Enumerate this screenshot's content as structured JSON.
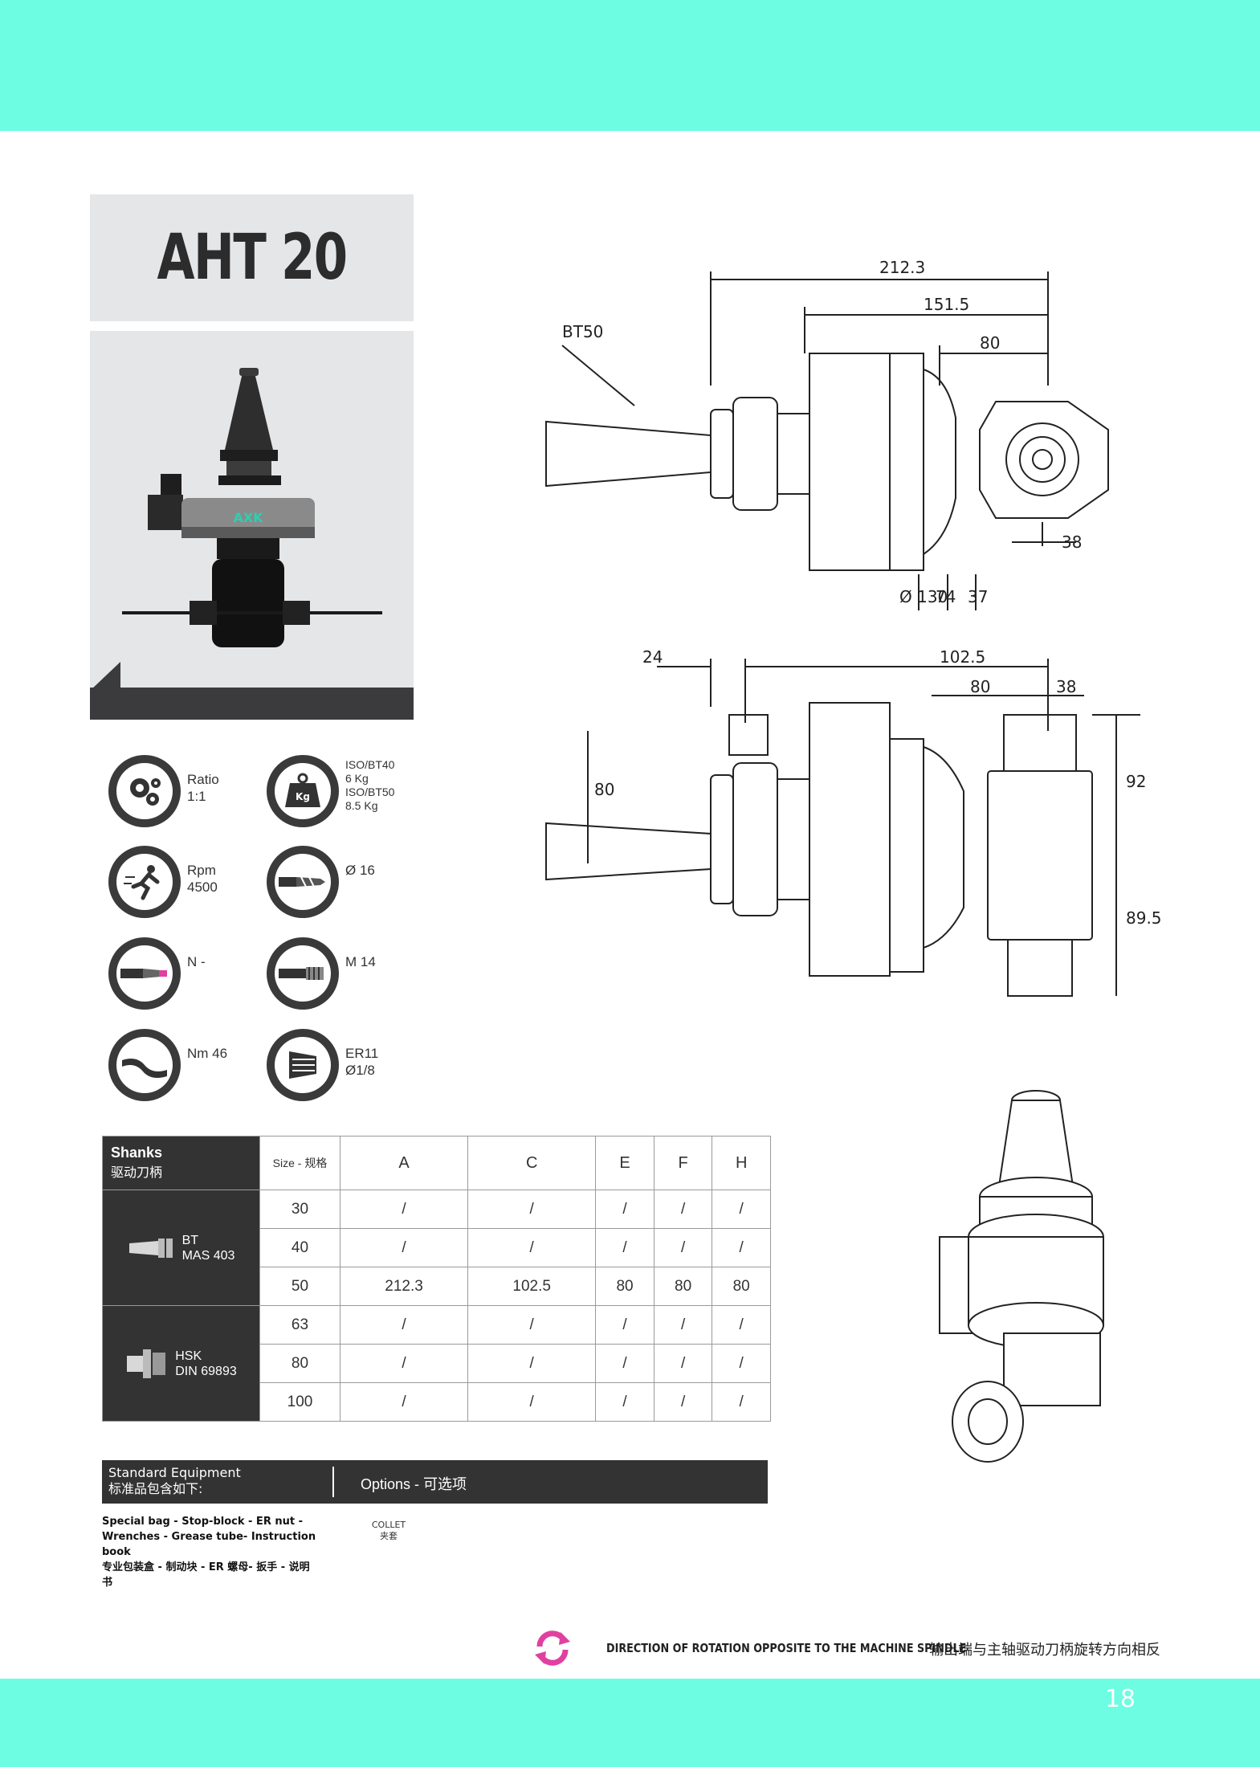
{
  "product": {
    "title": "AHT 20"
  },
  "features": [
    {
      "icon": "gears-icon",
      "line1": "Ratio",
      "line2": "1:1"
    },
    {
      "icon": "weight-icon",
      "line1": "ISO/BT40",
      "line2": "6 Kg",
      "line3": "ISO/BT50",
      "line4": "8.5 Kg"
    },
    {
      "icon": "running-man-icon",
      "line1": "Rpm",
      "line2": "4500"
    },
    {
      "icon": "drill-diameter-icon",
      "line1": "Ø 16"
    },
    {
      "icon": "coolant-icon",
      "line1": "N -"
    },
    {
      "icon": "thread-icon",
      "line1": "M 14"
    },
    {
      "icon": "torque-icon",
      "line1": "Nm 46"
    },
    {
      "icon": "collet-icon",
      "line1": "ER11",
      "line2": "Ø1/8"
    }
  ],
  "weight_icon_label": "Kg",
  "shanks_table": {
    "header_label": "Shanks",
    "header_label_cn": "驱动刀柄",
    "size_label": "Size - 规格",
    "columns": [
      "A",
      "C",
      "E",
      "F",
      "H"
    ],
    "groups": [
      {
        "name": "BT",
        "standard": "MAS 403",
        "rows": [
          {
            "size": "30",
            "values": [
              "/",
              "/",
              "/",
              "/",
              "/"
            ]
          },
          {
            "size": "40",
            "values": [
              "/",
              "/",
              "/",
              "/",
              "/"
            ]
          },
          {
            "size": "50",
            "values": [
              "212.3",
              "102.5",
              "80",
              "80",
              "80"
            ]
          }
        ]
      },
      {
        "name": "HSK",
        "standard": "DIN 69893",
        "rows": [
          {
            "size": "63",
            "values": [
              "/",
              "/",
              "/",
              "/",
              "/"
            ]
          },
          {
            "size": "80",
            "values": [
              "/",
              "/",
              "/",
              "/",
              "/"
            ]
          },
          {
            "size": "100",
            "values": [
              "/",
              "/",
              "/",
              "/",
              "/"
            ]
          }
        ]
      }
    ]
  },
  "equipment": {
    "standard_label": "Standard Equipment",
    "standard_label_cn": "标准品包含如下:",
    "options_label": "Options - 可选项",
    "standard_items": "Special bag - Stop-block - ER nut - Wrenches - Grease tube- Instruction book",
    "standard_items_cn": "专业包装盒 - 制动块 - ER 螺母- 扳手 - 说明书",
    "option_item": "COLLET",
    "option_item_cn": "夹套"
  },
  "rotation_note": {
    "text": "DIRECTION OF ROTATION OPPOSITE TO THE MACHINE SPINDLE",
    "text_cn": "输出端与主轴驱动刀柄旋转方向相反"
  },
  "drawing_top": {
    "dims": [
      "212.3",
      "151.5",
      "80",
      "38",
      "Ø 130",
      "74",
      "37"
    ],
    "taper_label": "BT50"
  },
  "drawing_side": {
    "dims": [
      "24",
      "102.5",
      "80",
      "38",
      "80",
      "92",
      "89.5"
    ]
  },
  "page_number": "18",
  "colors": {
    "band": "#6cfde2",
    "dark": "#333333",
    "title_box": "#e4e6e8",
    "rotation_icon": "#e040a0"
  }
}
